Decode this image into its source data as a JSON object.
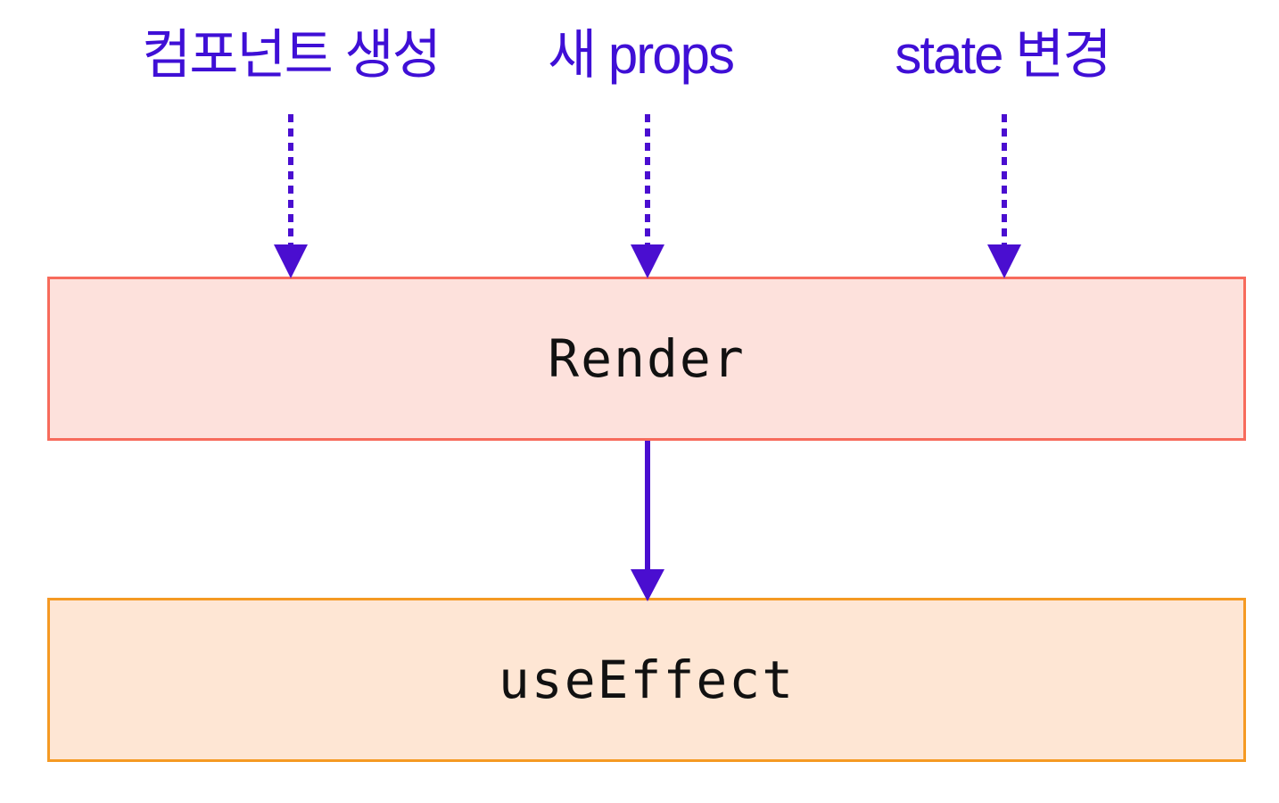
{
  "colors": {
    "label": "#3f0fd6",
    "arrow": "#4a0ed0",
    "render_fill": "#fde1dc",
    "render_border": "#f76b5c",
    "effect_fill": "#fee6d4",
    "effect_border": "#f59a23"
  },
  "triggers": [
    {
      "label": "컴포넌트 생성",
      "arrow_style": "dotted"
    },
    {
      "label": "새 props",
      "arrow_style": "dotted"
    },
    {
      "label": "state 변경",
      "arrow_style": "dotted"
    }
  ],
  "stages": {
    "render": {
      "label": "Render"
    },
    "effect": {
      "label": "useEffect"
    }
  },
  "connections": [
    {
      "from": "render",
      "to": "effect",
      "style": "solid"
    }
  ]
}
